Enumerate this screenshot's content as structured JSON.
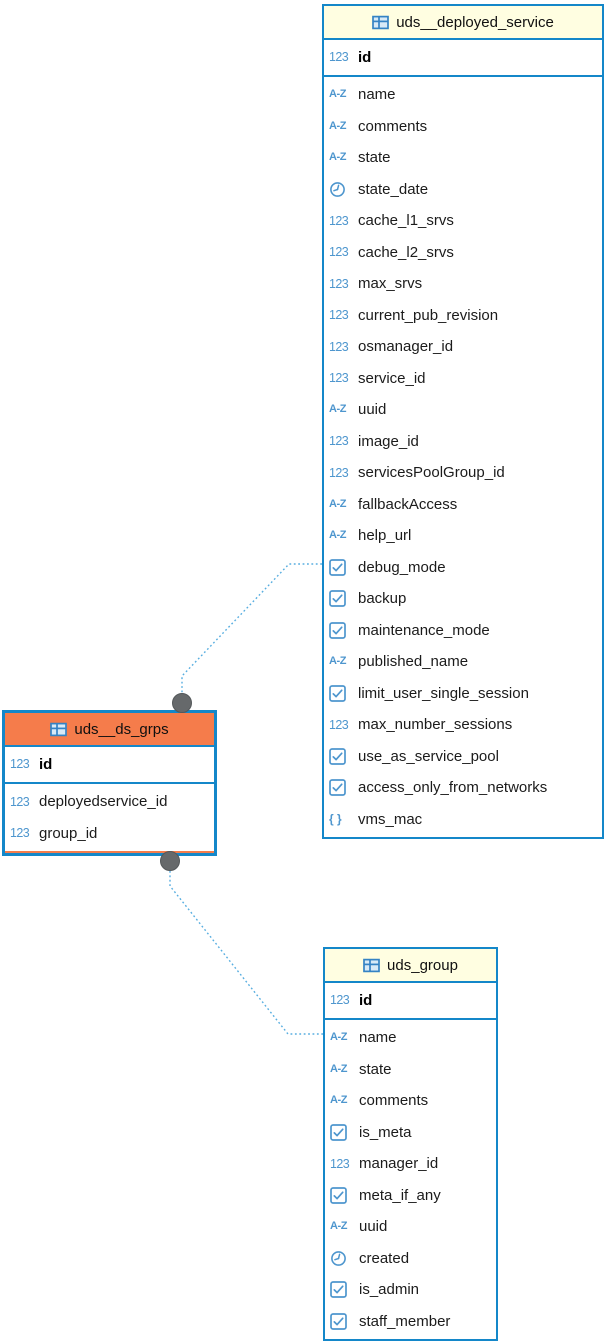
{
  "diagram": {
    "background": "#ffffff",
    "border_blue": "#1487c9",
    "header_fill_default": "#fffee1",
    "header_fill_selected": "#f57c4b",
    "icon_blue": "#4e96ce",
    "relationship_line_blue": "#58aee0",
    "anchor_dot_gray": "#66696b"
  },
  "tables": [
    {
      "name": "uds__deployed_service",
      "selected": false,
      "primary_key": [
        {
          "name": "id",
          "type": "number"
        }
      ],
      "fields": [
        {
          "name": "name",
          "type": "text"
        },
        {
          "name": "comments",
          "type": "text"
        },
        {
          "name": "state",
          "type": "text"
        },
        {
          "name": "state_date",
          "type": "datetime"
        },
        {
          "name": "cache_l1_srvs",
          "type": "number"
        },
        {
          "name": "cache_l2_srvs",
          "type": "number"
        },
        {
          "name": "max_srvs",
          "type": "number"
        },
        {
          "name": "current_pub_revision",
          "type": "number"
        },
        {
          "name": "osmanager_id",
          "type": "number"
        },
        {
          "name": "service_id",
          "type": "number"
        },
        {
          "name": "uuid",
          "type": "text"
        },
        {
          "name": "image_id",
          "type": "number"
        },
        {
          "name": "servicesPoolGroup_id",
          "type": "number"
        },
        {
          "name": "fallbackAccess",
          "type": "text"
        },
        {
          "name": "help_url",
          "type": "text"
        },
        {
          "name": "debug_mode",
          "type": "boolean"
        },
        {
          "name": "backup",
          "type": "boolean"
        },
        {
          "name": "maintenance_mode",
          "type": "boolean"
        },
        {
          "name": "published_name",
          "type": "text"
        },
        {
          "name": "limit_user_single_session",
          "type": "boolean"
        },
        {
          "name": "max_number_sessions",
          "type": "number"
        },
        {
          "name": "use_as_service_pool",
          "type": "boolean"
        },
        {
          "name": "access_only_from_networks",
          "type": "boolean"
        },
        {
          "name": "vms_mac",
          "type": "json"
        }
      ]
    },
    {
      "name": "uds__ds_grps",
      "selected": true,
      "primary_key": [
        {
          "name": "id",
          "type": "number"
        }
      ],
      "fields": [
        {
          "name": "deployedservice_id",
          "type": "number"
        },
        {
          "name": "group_id",
          "type": "number"
        }
      ]
    },
    {
      "name": "uds_group",
      "selected": false,
      "primary_key": [
        {
          "name": "id",
          "type": "number"
        }
      ],
      "fields": [
        {
          "name": "name",
          "type": "text"
        },
        {
          "name": "state",
          "type": "text"
        },
        {
          "name": "comments",
          "type": "text"
        },
        {
          "name": "is_meta",
          "type": "boolean"
        },
        {
          "name": "manager_id",
          "type": "number"
        },
        {
          "name": "meta_if_any",
          "type": "boolean"
        },
        {
          "name": "uuid",
          "type": "text"
        },
        {
          "name": "created",
          "type": "datetime"
        },
        {
          "name": "is_admin",
          "type": "boolean"
        },
        {
          "name": "staff_member",
          "type": "boolean"
        }
      ]
    }
  ],
  "relationships": [
    {
      "from": "uds__ds_grps",
      "to": "uds__deployed_service"
    },
    {
      "from": "uds__ds_grps",
      "to": "uds_group"
    }
  ]
}
